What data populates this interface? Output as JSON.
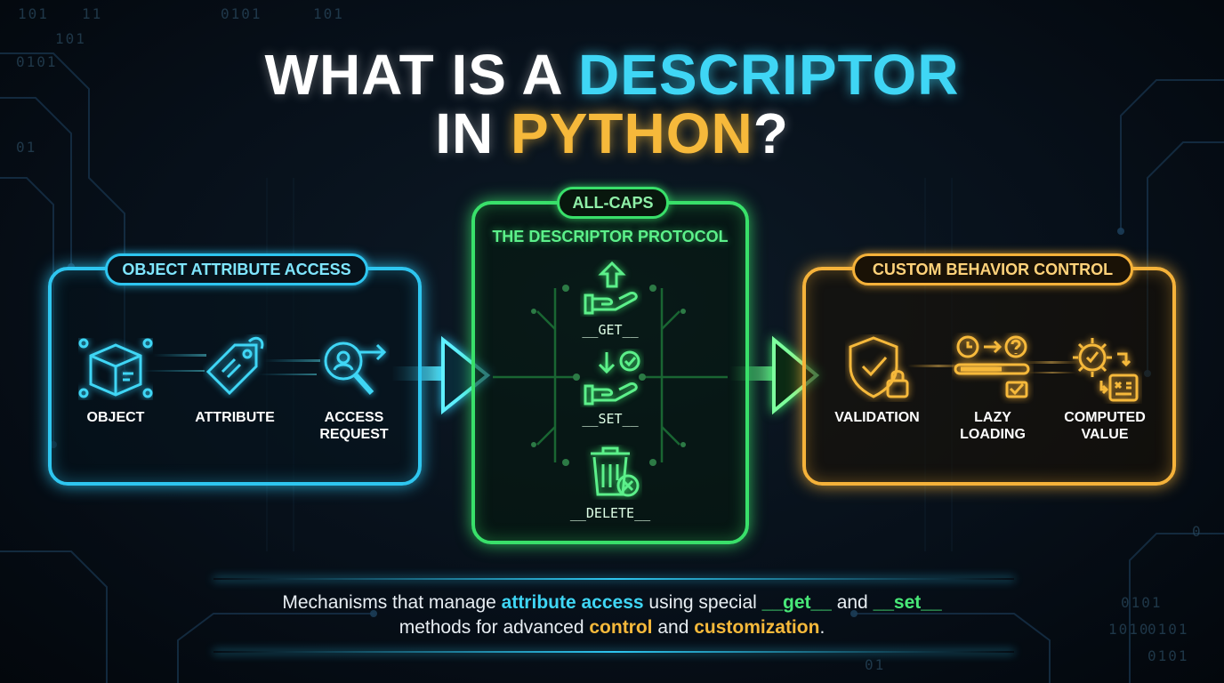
{
  "title": {
    "line1_prefix": "WHAT IS A",
    "line1_highlight": "DESCRIPTOR",
    "line2_prefix": "IN",
    "line2_highlight": "PYTHON",
    "line2_suffix": "?"
  },
  "left_panel": {
    "heading": "OBJECT ATTRIBUTE ACCESS",
    "items": [
      {
        "label": "OBJECT",
        "icon": "cube-icon"
      },
      {
        "label": "ATTRIBUTE",
        "icon": "tag-icon"
      },
      {
        "label_line1": "ACCESS",
        "label_line2": "REQUEST",
        "icon": "magnifier-icon"
      }
    ]
  },
  "middle_panel": {
    "tag": "ALL-CAPS",
    "heading": "THE DESCRIPTOR PROTOCOL",
    "items": [
      {
        "label": "__GET__",
        "icon": "hand-up-arrow-icon"
      },
      {
        "label": "__SET__",
        "icon": "hand-check-icon"
      },
      {
        "label": "__DELETE__",
        "icon": "trash-x-icon"
      }
    ]
  },
  "right_panel": {
    "heading": "CUSTOM BEHAVIOR CONTROL",
    "items": [
      {
        "label": "VALIDATION",
        "icon": "shield-lock-icon"
      },
      {
        "label_line1": "LAZY",
        "label_line2": "LOADING",
        "icon": "clock-progress-icon"
      },
      {
        "label_line1": "COMPUTED",
        "label_line2": "VALUE",
        "icon": "gear-calculator-icon"
      }
    ]
  },
  "description": {
    "l1_a": "Mechanisms that manage ",
    "l1_b": "attribute access",
    "l1_c": " using special ",
    "l1_d": "__get__",
    "l1_e": " and ",
    "l1_f": "__set__",
    "l2_a": "methods for advanced ",
    "l2_b": "control",
    "l2_c": " and ",
    "l2_d": "customization",
    "l2_e": "."
  },
  "background_binary": [
    "101",
    "11",
    "0101",
    "101",
    "101",
    "0101",
    "01",
    "0101",
    "0101",
    "1010",
    "0101",
    "01",
    "0"
  ],
  "colors": {
    "cyan": "#3fd6f5",
    "green": "#39e06a",
    "orange": "#f5b23a",
    "background": "#07101a"
  }
}
